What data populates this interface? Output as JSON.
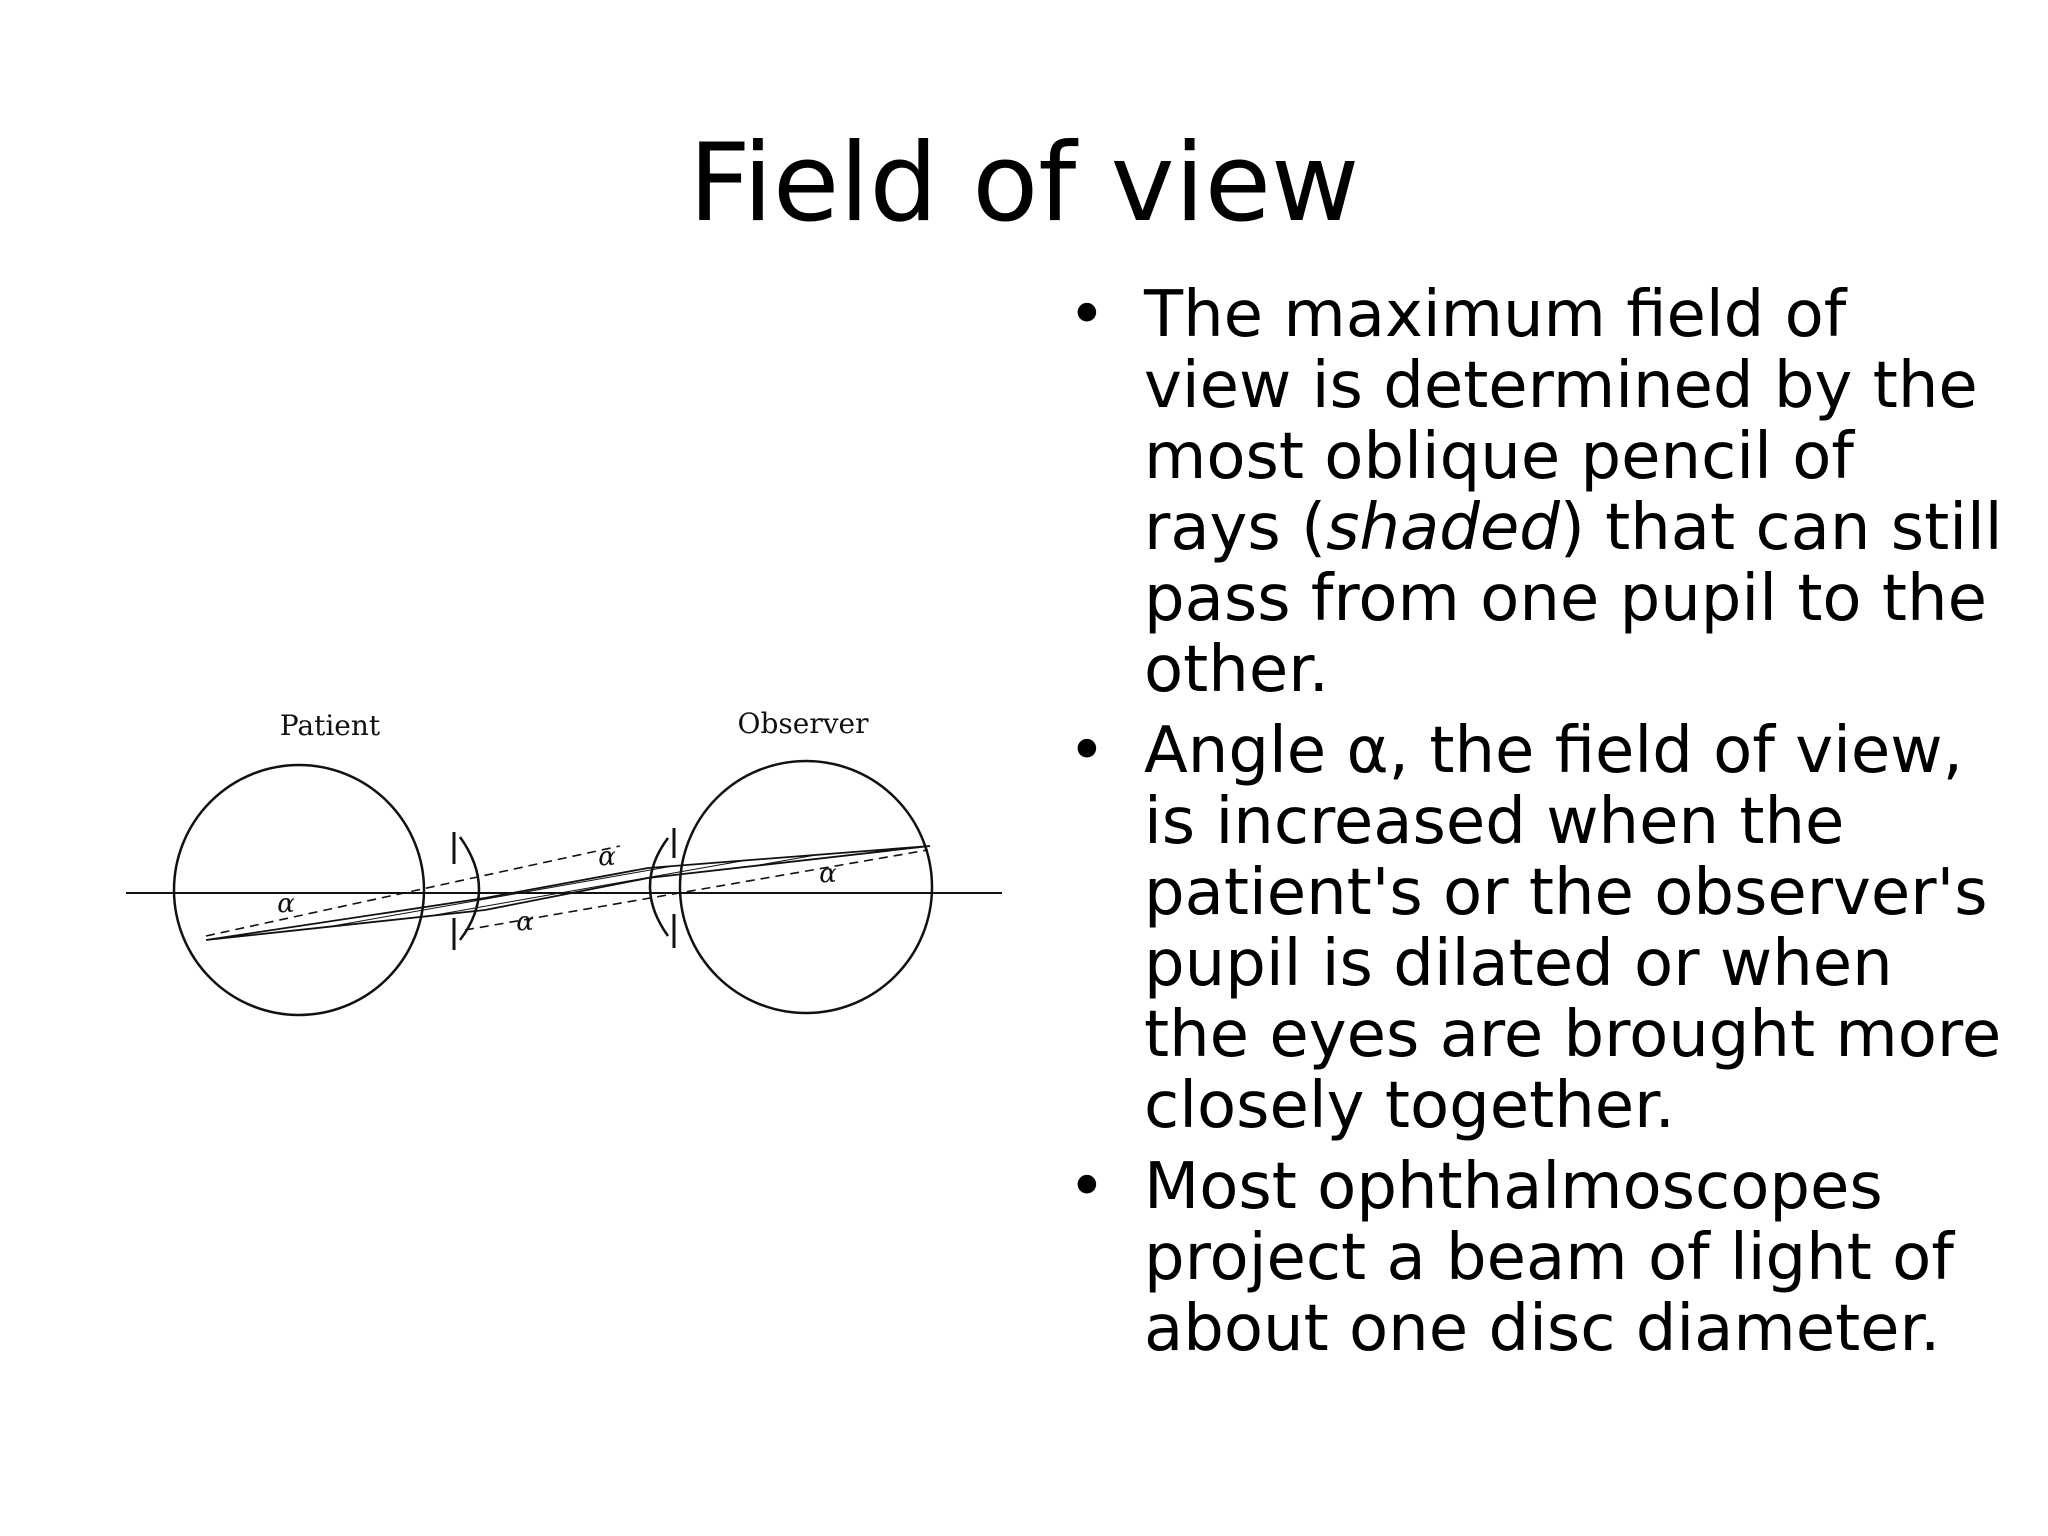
{
  "slide": {
    "title": "Field of view"
  },
  "diagram": {
    "labels": {
      "patient": "Patient",
      "observer": "Observer",
      "alpha": "α"
    }
  },
  "bullets": [
    {
      "marker": "•",
      "segments": [
        {
          "text": "The maximum field of view is determined by the most oblique pencil of rays ("
        },
        {
          "text": "shaded",
          "italic": true
        },
        {
          "text": ") that can still pass from one pupil to the other."
        }
      ]
    },
    {
      "marker": "•",
      "segments": [
        {
          "text": "Angle α, the field of view, is increased when the patient's or the observer's pupil is dilated or when the eyes are brought more closely together."
        }
      ]
    },
    {
      "marker": "•",
      "segments": [
        {
          "text": "Most ophthalmoscopes project a beam of light of about one disc diameter."
        }
      ]
    }
  ]
}
